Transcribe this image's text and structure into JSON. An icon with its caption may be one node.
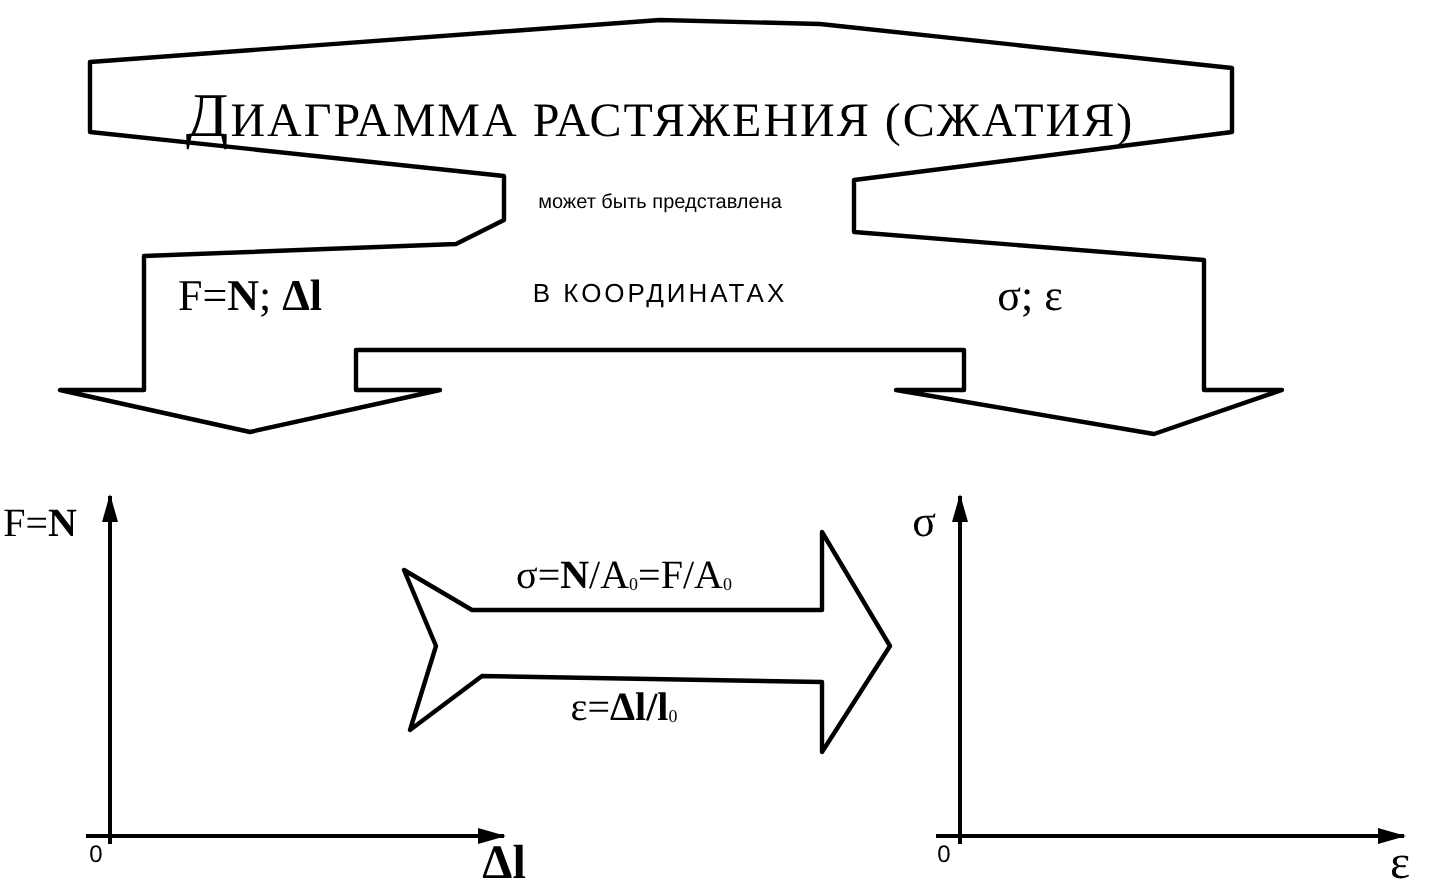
{
  "diagram": {
    "nodes": [
      {
        "text": [
          "ДИАГРАММА РАСТЯЖЕНИЯ (СЖАТИЯ)",
          "может быть представлена",
          "F=**N**; **Δl**",
          "В КООРДИНАТАХ",
          "σ; ε"
        ]
      },
      {
        "text": [
          "σ=**N**/A$_{0}$=F/A$_{0}$",
          "ε=**Δl/l**$_{0}$"
        ]
      }
    ],
    "labels": [
      "F=**N**",
      "0",
      "Δl",
      "σ",
      "0",
      "ε"
    ]
  }
}
